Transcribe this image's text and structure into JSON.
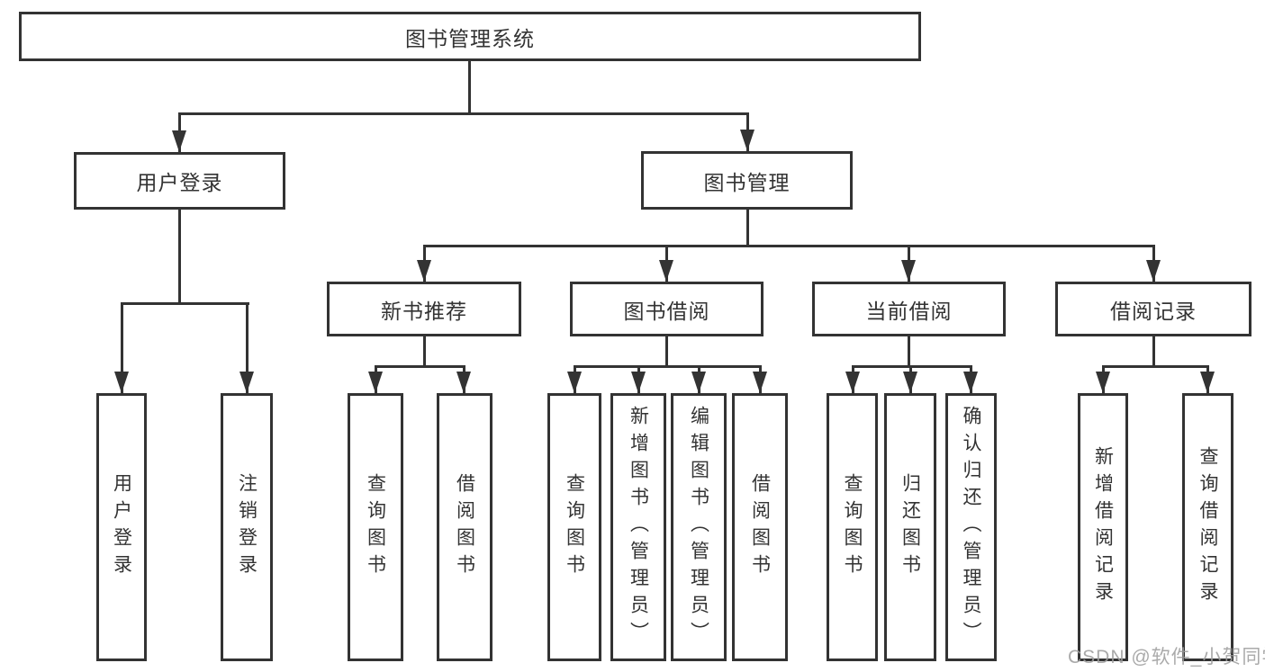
{
  "watermark": "CSDN @软件_小贺同学",
  "colors": {
    "line": "#333333",
    "text": "#333333",
    "background": "#ffffff",
    "watermark": "#9e9e9e"
  },
  "tree": {
    "root": {
      "label": "图书管理系统"
    },
    "children": [
      {
        "label": "用户登录",
        "children": [
          {
            "label": "用户登录"
          },
          {
            "label": "注销登录"
          }
        ]
      },
      {
        "label": "图书管理",
        "children": [
          {
            "label": "新书推荐",
            "children": [
              {
                "label": "查询图书"
              },
              {
                "label": "借阅图书"
              }
            ]
          },
          {
            "label": "图书借阅",
            "children": [
              {
                "label": "查询图书"
              },
              {
                "label": "新增图书（管理员）"
              },
              {
                "label": "编辑图书（管理员）"
              },
              {
                "label": "借阅图书"
              }
            ]
          },
          {
            "label": "当前借阅",
            "children": [
              {
                "label": "查询图书"
              },
              {
                "label": "归还图书"
              },
              {
                "label": "确认归还（管理员）"
              }
            ]
          },
          {
            "label": "借阅记录",
            "children": [
              {
                "label": "新增借阅记录"
              },
              {
                "label": "查询借阅记录"
              }
            ]
          }
        ]
      }
    ]
  }
}
